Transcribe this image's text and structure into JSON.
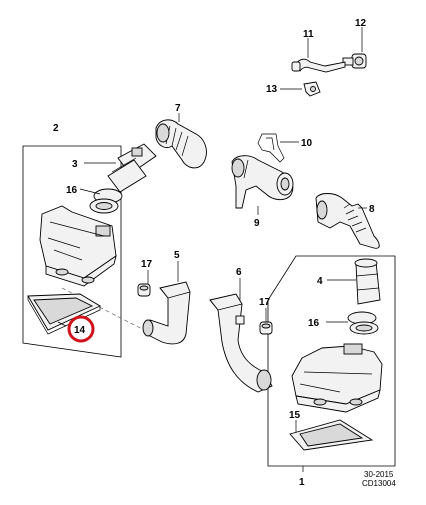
{
  "callouts": {
    "c1": "1",
    "c2": "2",
    "c3": "3",
    "c4": "4",
    "c5": "5",
    "c6": "6",
    "c7": "7",
    "c8": "8",
    "c9": "9",
    "c10": "10",
    "c11": "11",
    "c12": "12",
    "c13": "13",
    "c14": "14",
    "c15": "15",
    "c16a": "16",
    "c16b": "16",
    "c17a": "17",
    "c17b": "17"
  },
  "highlight": {
    "callout": "14",
    "color": "#d0121b"
  },
  "references": {
    "page": "30-2015",
    "drawing": "CD13004"
  }
}
